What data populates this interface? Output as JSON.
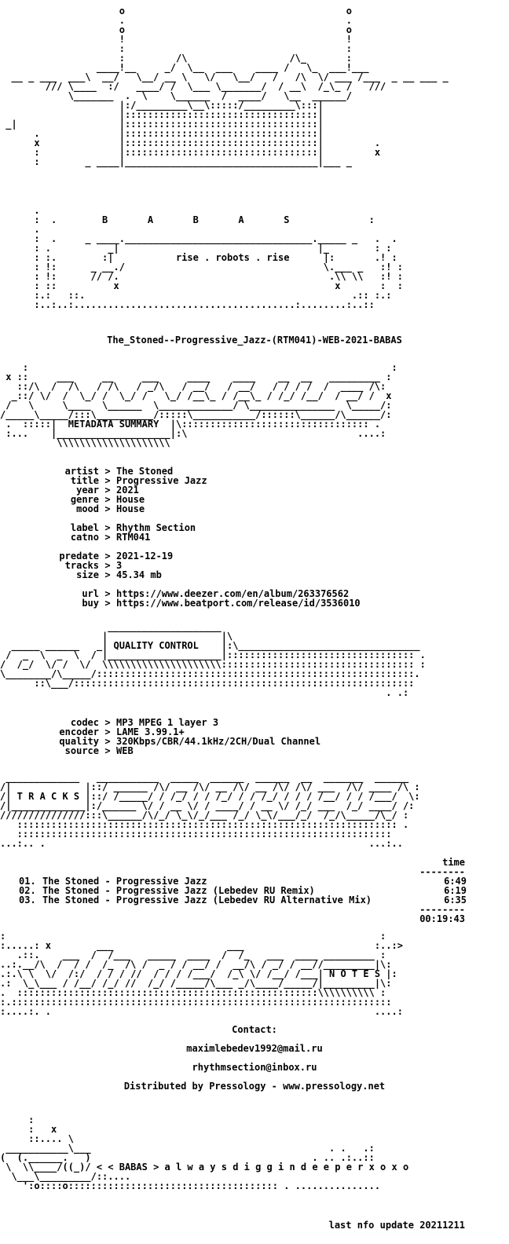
{
  "header": {
    "art_top": "                     o                                       o\n                     .                                       .\n                     o                                       o\n                     !                                       !\n                     :                                       :\n                     :         /\\                  /\\_       :\n                 ____!__     _/  \\__  ___    ____ /   \\_  ___!___\n  __ _ ___  ___\\  __/   \\__/ __ \\   \\/   \\__/   /   /\\  \\/ ___ /___  _ __ ___ _\n        /// \\____  :/   ____/ /  \\___ \\_______/  / __\\  /_\\_ /   ///\n            \\_______  .  \\    \\______  /  ____/   \\__  ______/\n                     |:/_________\\__\\:::::/_________\\:::|\n                     |::::::::::::::::::::::::::::::::::|\n _|                  |::::::::::::::::::::::::::::::::::|\n      .              |::::::::::::::::::::::::::::::::::|\n      x              |::::::::::::::::::::::::::::::::::|         .\n      :              |::::::::::::::::::::::::::::::::::|         x\n      :        _ ____|__________________________________|___ _",
    "art_mid": "      .\n      :  .        B       A       B       A       S              :\n      .\n      :  .     _ ____._________________________________._____ _   .  .\n      : .          _|                                   |_        : :\n      : :.        :|           rise . robots . rise      |:       .! :\n      : !:      _ __./                                   \\.___ _   :! :\n      : !:      // /.                                     .\\\\ \\\\   :! :\n      : ::          x                                      x       :  :\n      :.:   ::.                                               .:: :.:\n      :..:..:.......................................:........:..::",
    "release": "The_Stoned--Progressive_Jazz-(RTM041)-WEB-2021-BABAS"
  },
  "sections": {
    "metadata_art": "    :                                                                :\n x ::     ___     __     ___     ____    ____    __  __   _________ :\n   ::/\\  /  /\\   / /\\   / _/\\   / __/   / __/   / / / /  /  ____ /\\:\n  _::/ \\/  /  \\_/ /  \\_/ /   \\_/ /__\\_ / /__\\_ / /_/ /__/  / __/ /  x\n /   \\     \\____  \\______  \\_____________/ \\_______________  \\_____/:\n/_____\\_____/:::\\__________/:::::\\___________/::::::\\______/\\______/:\n .  :::::|  METADATA SUMMARY  |\\::::::::::::::::::::::::::::::::: .\n :...    |____________________|:\\                              ....:\n          \\\\\\\\\\\\\\\\\\\\\\\\\\\\\\\\\\\\\\\\",
    "quality_art": "                   ____________________\n                  |                    |\\\n  _____ ______   _| QUALITY CONTROL    |:\\________________________________\n /  _  \\  _  \\  / |____________________|::::::::::::::::::::::::::::::::: .\n/  /_/  \\/ /  \\/  \\\\\\\\\\\\\\\\\\\\\\\\\\\\\\\\\\\\\\\\\\:::::::::::::::::::::::::::::::::: :\n\\________/\\_____/::::::::::::::::::::::::::::::::::::::::::::::::::::::::.\n      ::\\___/::::::::::::::::::::::::::::::::::::::::::::::::::::::::::::\n                                                                    . .:",
    "tracks_art": " _____________   ___________  _____  ______  ______  __  _______  ______\n/|             |::/ ______ /\\/ __ /\\/ __ /\\/ __ /\\/ /\\/ ___  /\\/ ____ /\\ :\n/| T R A C K S |::/ /_____/ / /_/ / / /_/ / / /_/ / / / /__/ / / /___/  \\:\n/|_____________|:/______ \\/ / __ \\/ / ____/ / __ \\/ /_/ ___  /_/ ____/ /:\n///////////////:::\\______/\\/_/ \\_\\/_/___ /_/ \\_\\/___/_/  /_/\\_____/\\_/ :\n   ::::::::::::::::::::::::::::::::::::::::::::::::::::::::::::::::::: .\n   ::::::::::::::::::::::::::::::::::::::::::::::::::::::::::::::::::\n...:.. .                                                         ...:..",
    "notes_art": ":                                                                  :\n:.....: x        ___                    ___                       :..:>\n   .::.    ___  /  /___   _____  ____  /  /_   ___  ____ _________ :\n..:.__/\\  /  / /  /_  /\\ /  _ / / __/ /  __/\\ / _/ / __//_________|\\:\n.:.\\ \\  \\/  /:/  / / / //  / / / /___/  /_\\ \\/ /__/ /___| N O T E S |:\n.:  \\_\\___ / /__/ /_/ //  /_/ /_____/\\___ _/\\____/_____/|_________|\\:\n.  :::::::::::::::::::::::::::::::::::::::::::::::::::::\\\\\\\\\\\\\\\\\\\\ :\n:.:::::::::::::::::::::::::::::::::::::::::::::::::::::::::::::::::::\n:....:. .                                                         ....:",
    "footer_art": "     :\n     :   x\n     ::.... \\\n ___________\\___                                          . .   .:\n(  (.______.   )                                       . .. .:..::\n \\  \\\\____/((_)/ < < BABAS > a l w a y s d i g g i n d e e p e r x o x o\n  \\___\\_________/::....\n    ':o::::o::::::::::::::::::::::::::::::::::::: . ..............."
  },
  "metadata": {
    "fields": [
      {
        "key": "artist",
        "value": "The Stoned"
      },
      {
        "key": "title",
        "value": "Progressive Jazz"
      },
      {
        "key": "year",
        "value": "2021"
      },
      {
        "key": "genre",
        "value": "House"
      },
      {
        "key": "mood",
        "value": "House"
      },
      {
        "key": "label",
        "value": "Rhythm Section"
      },
      {
        "key": "catno",
        "value": "RTM041"
      },
      {
        "key": "predate",
        "value": "2021-12-19"
      },
      {
        "key": "tracks",
        "value": "3"
      },
      {
        "key": "size",
        "value": "45.34 mb"
      },
      {
        "key": "url",
        "value": "https://www.deezer.com/en/album/263376562"
      },
      {
        "key": "buy",
        "value": "https://www.beatport.com/release/id/3536010"
      }
    ],
    "separator": ">"
  },
  "quality": {
    "fields": [
      {
        "key": "codec",
        "value": "MP3 MPEG 1 layer 3"
      },
      {
        "key": "encoder",
        "value": "LAME 3.99.1+"
      },
      {
        "key": "quality",
        "value": "320Kbps/CBR/44.1kHz/2CH/Dual Channel"
      },
      {
        "key": "source",
        "value": "WEB"
      }
    ]
  },
  "tracks": {
    "time_header": "time",
    "rule": "--------",
    "items": [
      {
        "num": "01.",
        "title": "The Stoned - Progressive Jazz",
        "time": "6:49"
      },
      {
        "num": "02.",
        "title": "The Stoned - Progressive Jazz (Lebedev RU Remix)",
        "time": "6:19"
      },
      {
        "num": "03.",
        "title": "The Stoned - Progressive Jazz (Lebedev RU Alternative Mix)",
        "time": "6:35"
      }
    ],
    "total": "00:19:43"
  },
  "notes": {
    "contact_label": "Contact:",
    "email_1": "maximlebedev1992@mail.ru",
    "email_2": "rhythmsection@inbox.ru",
    "distributed": "Distributed by Pressology - www.pressology.net"
  },
  "footer": {
    "update": "last nfo update 20211211"
  }
}
